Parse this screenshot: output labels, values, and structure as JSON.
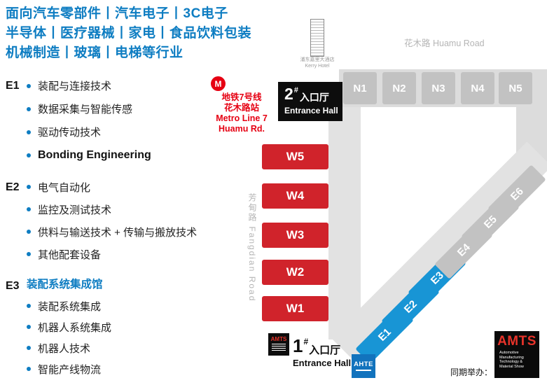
{
  "header": {
    "lines": [
      "面向汽车零部件丨汽车电子丨3C电子",
      "半导体丨医疗器械丨家电丨食品饮料包装",
      "机械制造丨玻璃丨电梯等行业"
    ]
  },
  "legend": {
    "e1": {
      "label": "E1",
      "items": [
        "装配与连接技术",
        "数据采集与智能传感",
        "驱动传动技术",
        "Bonding Engineering"
      ]
    },
    "e2": {
      "label": "E2",
      "items": [
        "电气自动化",
        "监控及测试技术",
        "供料与输送技术 + 传输与搬放技术",
        "其他配套设备"
      ]
    },
    "e3": {
      "label": "E3",
      "title": "装配系统集成馆",
      "items": [
        "装配系统集成",
        "机器人系统集成",
        "机器人技术",
        "智能产线物流"
      ]
    }
  },
  "map": {
    "metro": {
      "icon": "M",
      "lines": [
        "地铁7号线",
        "花木路站",
        "Metro Line 7",
        "Huamu Rd."
      ]
    },
    "hotel": {
      "cn": "浦东嘉里大酒店",
      "en": "Kerry Hotel"
    },
    "roads": {
      "huamu": "花木路 Huamu Road",
      "fangdian": "芳甸路 Fangdian Road"
    },
    "entrance2": {
      "num": "2",
      "hash": "#",
      "cn": "入口厅",
      "en": "Entrance Hall"
    },
    "entrance1": {
      "num": "1",
      "hash": "#",
      "cn": "入口厅",
      "en": "Entrance Hall"
    },
    "halls": {
      "n": [
        "N1",
        "N2",
        "N3",
        "N4",
        "N5"
      ],
      "w": [
        "W5",
        "W4",
        "W3",
        "W2",
        "W1"
      ],
      "e": [
        "E1",
        "E2",
        "E3",
        "E4",
        "E5",
        "E6"
      ]
    }
  },
  "footer": {
    "cohost": "同期举办：",
    "amts": {
      "name": "AMTS",
      "sub_lines": [
        "Automotive",
        "Manufacturing",
        "Technology &",
        "Material Show"
      ]
    },
    "ahte": {
      "name": "AHTE"
    }
  },
  "colors": {
    "accent_blue": "#0e7dc2",
    "hall_red": "#d0232b",
    "hall_blue": "#1895d5",
    "hall_gray": "#c2c2c2",
    "metro_red": "#e60012",
    "black": "#0d0d0d"
  }
}
